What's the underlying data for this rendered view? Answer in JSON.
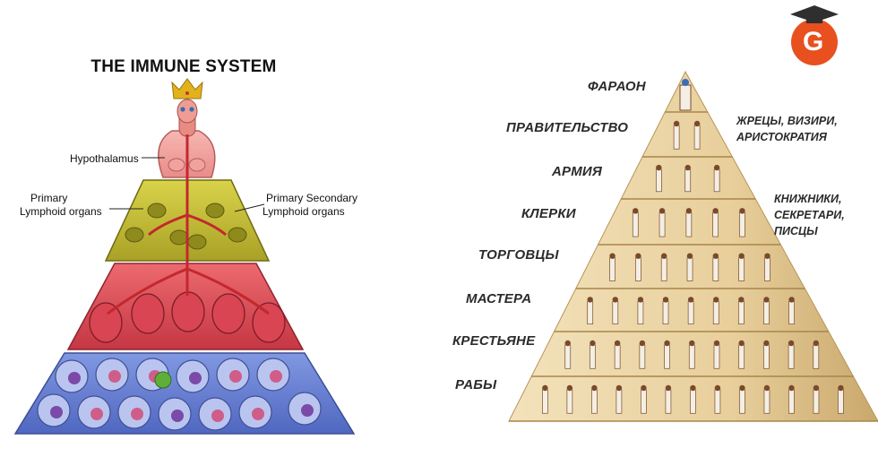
{
  "left_diagram": {
    "title": "THE IMMUNE SYSTEM",
    "labels": {
      "hypothalamus": "Hypothalamus",
      "primary_left": [
        "Primary",
        "Lymphoid organs"
      ],
      "primary_right": [
        "Primary Secondary",
        "Lymphoid organs"
      ]
    },
    "colors": {
      "tier_top": "#f3a5a5",
      "tier_green": "#c9c23a",
      "tier_red": "#e45a62",
      "tier_blue": "#6e86d8",
      "crown": "#e2b21c"
    }
  },
  "right_diagram": {
    "tiers": [
      "ФАРАОН",
      "ПРАВИТЕЛЬСТВО",
      "АРМИЯ",
      "КЛЕРКИ",
      "ТОРГОВЦЫ",
      "МАСТЕРА",
      "КРЕСТЬЯНЕ",
      "РАБЫ"
    ],
    "side_notes": {
      "government": [
        "ЖРЕЦЫ, ВИЗИРИ,",
        "АРИСТОКРАТИЯ"
      ],
      "clerks": [
        "КНИЖНИКИ,",
        "СЕКРЕТАРИ,",
        "ПИСЦЫ"
      ]
    },
    "colors": {
      "stone": "#e9d3a3",
      "stone_dark": "#d2b57c",
      "figure": "#7a4a2a"
    }
  },
  "logo": {
    "letter": "G",
    "icon": "graduation-cap-icon",
    "color": "#e8501f"
  }
}
